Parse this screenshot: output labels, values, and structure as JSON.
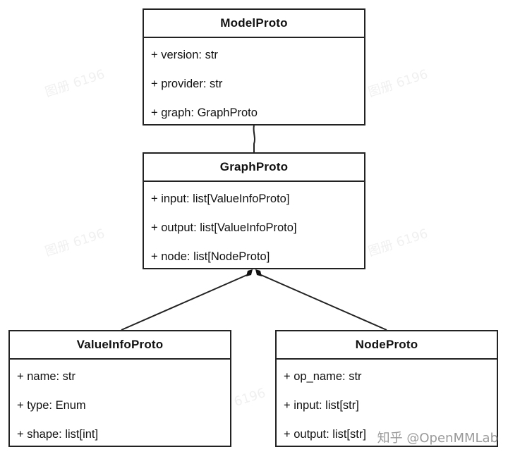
{
  "classes": {
    "model": {
      "name": "ModelProto",
      "attrs": [
        "+ version: str",
        "+ provider: str",
        "+ graph: GraphProto"
      ]
    },
    "graph": {
      "name": "GraphProto",
      "attrs": [
        "+ input: list[ValueInfoProto]",
        "+ output: list[ValueInfoProto]",
        "+ node: list[NodeProto]"
      ]
    },
    "valueinfo": {
      "name": "ValueInfoProto",
      "attrs": [
        "+ name: str",
        "+ type: Enum",
        "+ shape: list[int]"
      ]
    },
    "node": {
      "name": "NodeProto",
      "attrs": [
        "+ op_name: str",
        "+ input: list[str]",
        "+ output: list[str]"
      ]
    }
  },
  "watermark": "图册 6196",
  "site_watermark": "知乎 @OpenMMLab",
  "colors": {
    "stroke": "#222222",
    "background": "#ffffff"
  }
}
